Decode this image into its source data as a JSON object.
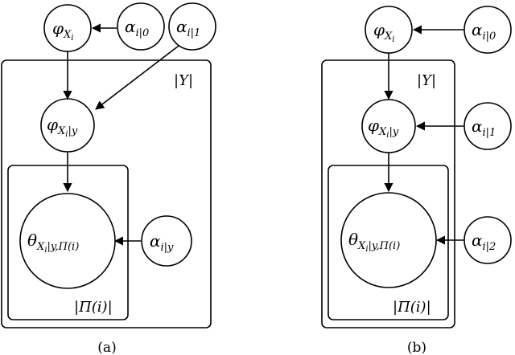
{
  "panels": [
    {
      "caption": "(a)",
      "nodes": {
        "phi_x": {
          "main": "φ",
          "sub": "X",
          "sub2": "i"
        },
        "alpha_0": {
          "main": "α",
          "sub": "i|0"
        },
        "alpha_1": {
          "main": "α",
          "sub": "i|1"
        },
        "phi_xy": {
          "main": "φ",
          "sub": "X",
          "sub2": "i",
          "sub_rest": "|y"
        },
        "theta": {
          "main": "θ",
          "sub": "X",
          "sub2": "i",
          "sub_rest": "|y,Π(i)"
        },
        "alpha_y": {
          "main": "α",
          "sub": "i|y"
        }
      },
      "plates": {
        "outer": "|Y|",
        "inner": "|Π(i)|"
      }
    },
    {
      "caption": "(b)",
      "nodes": {
        "phi_x": {
          "main": "φ",
          "sub": "X",
          "sub2": "i"
        },
        "alpha_0": {
          "main": "α",
          "sub": "i|0"
        },
        "phi_xy": {
          "main": "φ",
          "sub": "X",
          "sub2": "i",
          "sub_rest": "|y"
        },
        "alpha_1": {
          "main": "α",
          "sub": "i|1"
        },
        "theta": {
          "main": "θ",
          "sub": "X",
          "sub2": "i",
          "sub_rest": "|y,Π(i)"
        },
        "alpha_2": {
          "main": "α",
          "sub": "i|2"
        }
      },
      "plates": {
        "outer": "|Y|",
        "inner": "|Π(i)|"
      }
    }
  ]
}
